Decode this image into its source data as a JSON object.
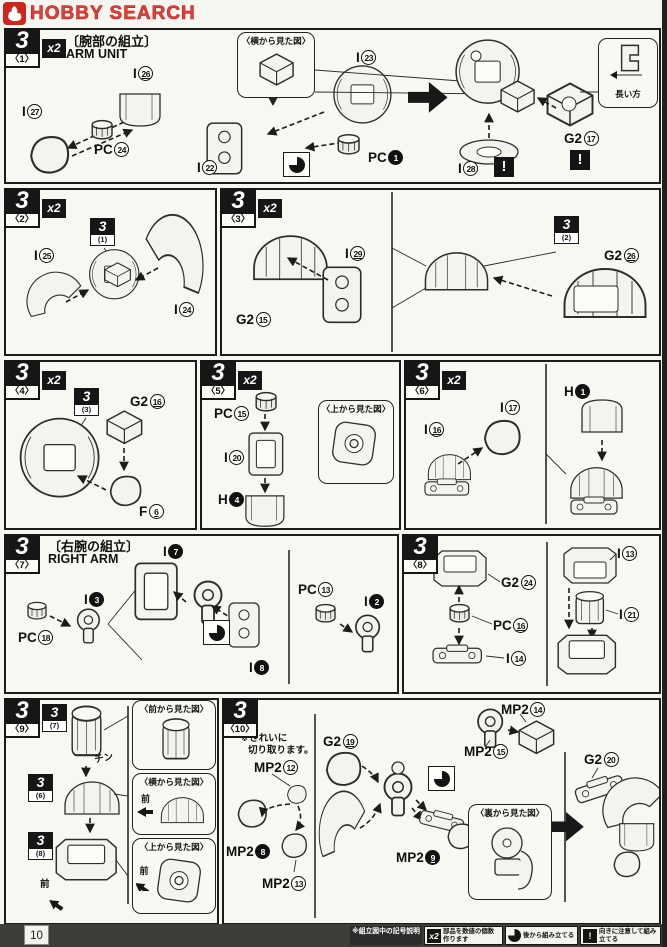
{
  "logo": {
    "text": "HOBBY SEARCH"
  },
  "sections": {
    "s1": {
      "step": "3",
      "sub": "〈1〉",
      "mult": "x2",
      "title_jp": "〔腕部の組立〕",
      "title_en": "ARM UNIT",
      "callout_side": "〈横から見た図〉",
      "callout_long": "長い方",
      "excl": "!",
      "parts": {
        "i27": {
          "p": "I",
          "n": "27"
        },
        "i26": {
          "p": "I",
          "n": "26"
        },
        "pc24": {
          "p": "PC",
          "n": "24"
        },
        "i22": {
          "p": "I",
          "n": "22"
        },
        "i23": {
          "p": "I",
          "n": "23"
        },
        "pc1": {
          "p": "PC",
          "n": "1",
          "f": true
        },
        "i28": {
          "p": "I",
          "n": "28"
        },
        "g217": {
          "p": "G2",
          "n": "17"
        }
      }
    },
    "s2": {
      "step": "3",
      "sub": "〈2〉",
      "mult": "x2",
      "ref": {
        "step": "3",
        "sub": "(1)"
      },
      "parts": {
        "i25": {
          "p": "I",
          "n": "25"
        },
        "i24": {
          "p": "I",
          "n": "24"
        }
      }
    },
    "s3": {
      "step": "3",
      "sub": "〈3〉",
      "mult": "x2",
      "ref": {
        "step": "3",
        "sub": "(2)"
      },
      "parts": {
        "g215": {
          "p": "G2",
          "n": "15"
        },
        "i29": {
          "p": "I",
          "n": "29"
        },
        "g226": {
          "p": "G2",
          "n": "26"
        }
      }
    },
    "s4": {
      "step": "3",
      "sub": "〈4〉",
      "mult": "x2",
      "ref": {
        "step": "3",
        "sub": "(3)"
      },
      "parts": {
        "g216": {
          "p": "G2",
          "n": "16"
        },
        "f6": {
          "p": "F",
          "n": "6"
        }
      }
    },
    "s5": {
      "step": "3",
      "sub": "〈5〉",
      "mult": "x2",
      "callout_top": "〈上から見た図〉",
      "parts": {
        "pc15": {
          "p": "PC",
          "n": "15"
        },
        "i20": {
          "p": "I",
          "n": "20"
        },
        "h4": {
          "p": "H",
          "n": "4",
          "f": true
        }
      }
    },
    "s6": {
      "step": "3",
      "sub": "〈6〉",
      "mult": "x2",
      "parts": {
        "i16": {
          "p": "I",
          "n": "16"
        },
        "i17": {
          "p": "I",
          "n": "17"
        },
        "h1": {
          "p": "H",
          "n": "1",
          "f": true
        }
      }
    },
    "s7": {
      "step": "3",
      "sub": "〈7〉",
      "title_jp": "〔右腕の組立〕",
      "title_en": "RIGHT ARM",
      "parts": {
        "pc18": {
          "p": "PC",
          "n": "18"
        },
        "i3": {
          "p": "I",
          "n": "3",
          "f": true
        },
        "i7": {
          "p": "I",
          "n": "7",
          "f": true
        },
        "i8": {
          "p": "I",
          "n": "8",
          "f": true
        },
        "pc13": {
          "p": "PC",
          "n": "13"
        },
        "i2": {
          "p": "I",
          "n": "2",
          "f": true
        }
      }
    },
    "s8": {
      "step": "3",
      "sub": "〈8〉",
      "parts": {
        "g224": {
          "p": "G2",
          "n": "24"
        },
        "pc16": {
          "p": "PC",
          "n": "16"
        },
        "i14": {
          "p": "I",
          "n": "14"
        },
        "i13": {
          "p": "I",
          "n": "13"
        },
        "i21": {
          "p": "I",
          "n": "21"
        }
      }
    },
    "s9": {
      "step": "3",
      "sub": "〈9〉",
      "sfx": "チン",
      "front": "前",
      "refs": {
        "r7": {
          "step": "3",
          "sub": "(7)"
        },
        "r6": {
          "step": "3",
          "sub": "(6)"
        },
        "r8": {
          "step": "3",
          "sub": "(8)"
        }
      },
      "callout_front": "〈前から見た図〉",
      "callout_side": "〈横から見た図〉",
      "callout_top": "〈上から見た図〉"
    },
    "s10": {
      "step": "3",
      "sub": "〈10〉",
      "note1": "※きれいに",
      "note2": "切り取ります。",
      "callout_back": "〈裏から見た図〉",
      "parts": {
        "mp212": {
          "p": "MP2",
          "n": "12"
        },
        "mp28": {
          "p": "MP2",
          "n": "8",
          "f": true
        },
        "mp213": {
          "p": "MP2",
          "n": "13"
        },
        "g219": {
          "p": "G2",
          "n": "19"
        },
        "mp29": {
          "p": "MP2",
          "n": "9",
          "f": true
        },
        "mp214": {
          "p": "MP2",
          "n": "14"
        },
        "mp215": {
          "p": "MP2",
          "n": "15"
        },
        "g220": {
          "p": "G2",
          "n": "20"
        }
      }
    }
  },
  "footer": {
    "page_number": "10",
    "legend_title": "※組立図中の記号説明",
    "x2_text": "x2",
    "excl_text": "!",
    "legend": [
      {
        "icon": "x2-icon",
        "label": "部品を数値の個数作ります"
      },
      {
        "icon": "assemble-later-icon",
        "label": "後から組み立てる"
      },
      {
        "icon": "caution-icon",
        "label": "向きに注意して組み立てる"
      }
    ]
  }
}
